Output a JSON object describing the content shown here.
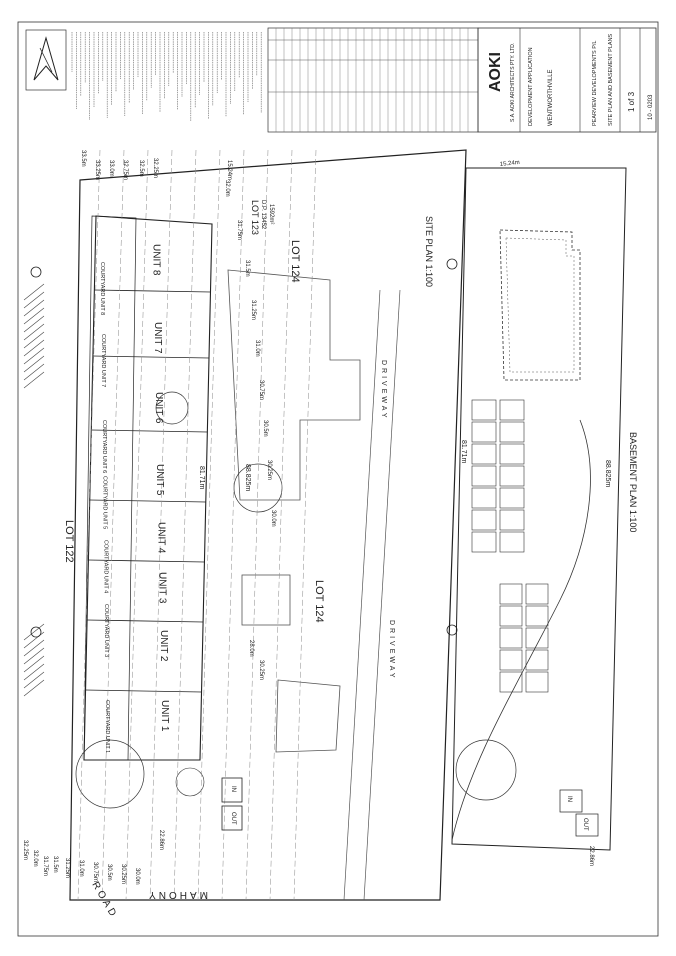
{
  "plan": {
    "lots": {
      "lot122": "LOT 122",
      "lot124a": "LOT 124",
      "lot124b": "LOT 124",
      "lot123": "LOT 123",
      "dp": "D.P. 13452",
      "area": "1592m²"
    },
    "site_plan_title": "SITE PLAN 1:100",
    "basement_plan_title": "BASEMENT PLAN 1:100",
    "road": "MAHONY ROAD",
    "road_a": "MAHONY",
    "road_b": "ROAD",
    "driveway": "DRIVEWAY",
    "units": [
      "UNIT 1",
      "UNIT 2",
      "UNIT 3",
      "UNIT 4",
      "UNIT 5",
      "UNIT 6",
      "UNIT 7",
      "UNIT 8"
    ],
    "courtyards": [
      "COURTYARD UNIT 1",
      "COURTYARD UNIT 3",
      "COURTYARD UNIT 4",
      "COURTYARD UNIT 5",
      "COURTYARD UNIT 6",
      "COURTYARD UNIT 7",
      "COURTYARD UNIT 8"
    ],
    "dimensions": {
      "top_width": "15.24m",
      "side": "81.71m",
      "diag": "88.825m",
      "bottom_width": "22.86m",
      "frontage": "22.86m",
      "side_b": "81.71m",
      "diag_b": "88.825m"
    },
    "levels": [
      "33.5m",
      "33.25m",
      "33.0m",
      "32.75m",
      "32.5m",
      "32.25m",
      "32.0m",
      "31.75m",
      "31.5m",
      "31.25m",
      "31.0m",
      "30.75m",
      "30.5m",
      "30.25m",
      "30.0m",
      "32.25m",
      "32.0m",
      "31.75m",
      "31.5m",
      "31.25m",
      "31.0m",
      "30.75m",
      "30.5m",
      "30.25m",
      "30.0m",
      "28.0m",
      "30.25m"
    ],
    "arrows": {
      "in": "IN",
      "out": "OUT",
      "in_b": "IN",
      "out_b": "OUT"
    }
  },
  "title_block": {
    "company": "AOKI",
    "firm": "S.A. AOKI ARCHITECTS PTY. LTD.",
    "application": "DEVELOPMENT APPLICATION",
    "client": "PEARVIEW DEVELOPMENTS P/L",
    "location": "WENTWORTHVILLE",
    "drawing": "SITE PLAN AND BASEMENT PLANS",
    "sheet": "1 of 3",
    "job": "10 - 0203"
  }
}
